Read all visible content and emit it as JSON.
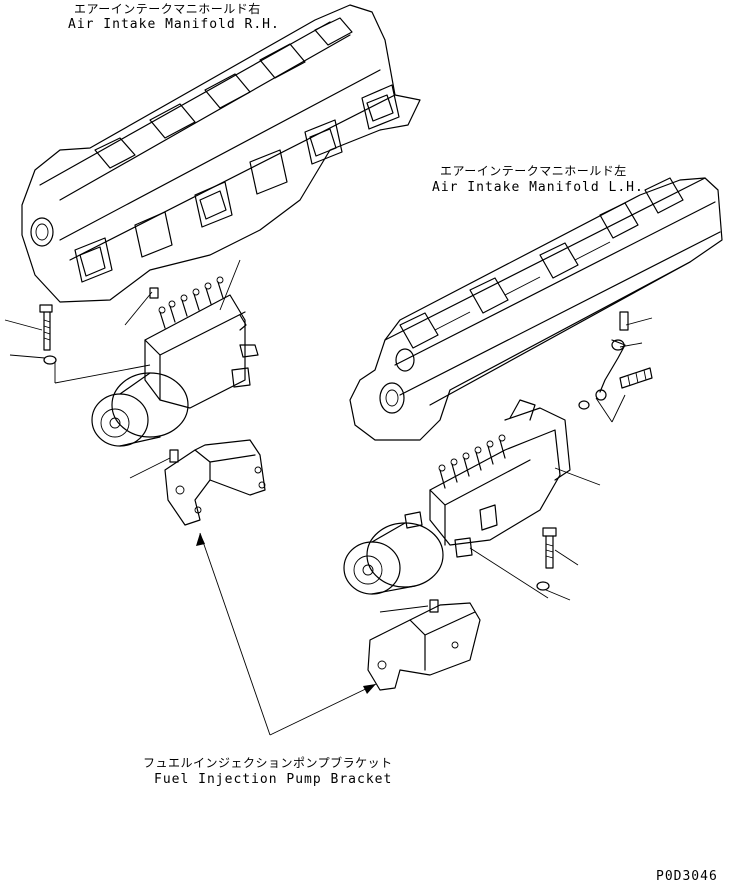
{
  "labels": {
    "manifold_rh_jp": "エアーインテークマニホールド右",
    "manifold_rh_en": "Air Intake Manifold R.H.",
    "manifold_lh_jp": "エアーインテークマニホールド左",
    "manifold_lh_en": "Air Intake Manifold L.H.",
    "bracket_jp": "フュエルインジェクションポンプブラケット",
    "bracket_en": "Fuel Injection Pump Bracket",
    "drawing_number": "P0D3046"
  },
  "colors": {
    "line": "#000000",
    "background": "#ffffff"
  }
}
